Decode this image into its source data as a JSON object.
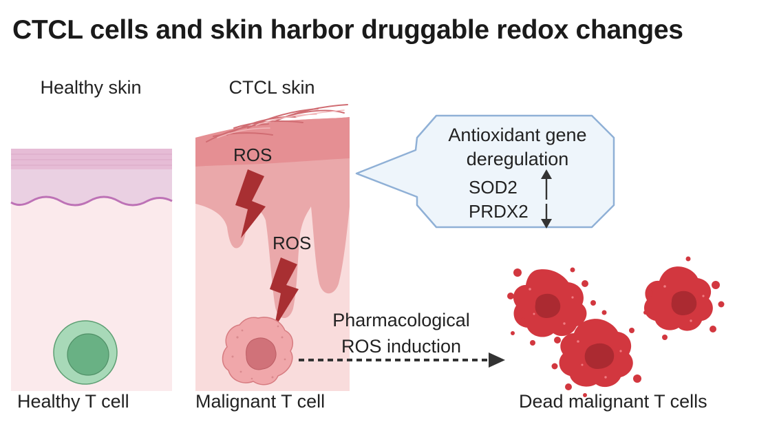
{
  "title": "CTCL cells and skin harbor druggable redox changes",
  "panels": {
    "healthy_skin": "Healthy skin",
    "ctcl_skin": "CTCL skin"
  },
  "ros_labels": [
    "ROS",
    "ROS"
  ],
  "callout": {
    "line1": "Antioxidant gene",
    "line2": "deregulation",
    "genes": [
      {
        "name": "SOD2",
        "direction": "up"
      },
      {
        "name": "PRDX2",
        "direction": "down"
      }
    ]
  },
  "arrow_label": {
    "line1": "Pharmacological",
    "line2": "ROS induction"
  },
  "cell_labels": {
    "healthy": "Healthy T cell",
    "malignant": "Malignant T cell",
    "dead": "Dead malignant T cells"
  },
  "colors": {
    "healthy_epidermis": "#ead0e2",
    "healthy_dermis": "#fbeaec",
    "ctcl_epidermis": "#eba9ab",
    "ctcl_dermis": "#f8d6d6",
    "ros_bolt": "#a82f32",
    "callout_fill": "#eef5fb",
    "callout_stroke": "#8fb0d6",
    "dead_cell": "#d2373f",
    "healthy_cell": "#6fbf8c"
  }
}
